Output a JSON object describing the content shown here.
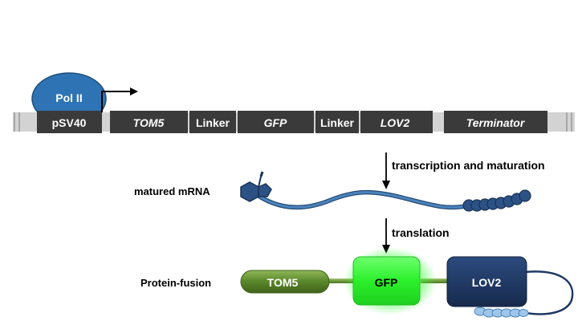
{
  "promoter": {
    "label": "Pol II"
  },
  "construct": {
    "segments": [
      {
        "label": "pSV40",
        "italic": false
      },
      {
        "label": "TOM5",
        "italic": true
      },
      {
        "label": "Linker",
        "italic": false
      },
      {
        "label": "GFP",
        "italic": true
      },
      {
        "label": "Linker",
        "italic": false
      },
      {
        "label": "LOV2",
        "italic": true
      },
      {
        "label": "Terminator",
        "italic": true
      }
    ]
  },
  "steps": {
    "transcription": "transcription and maturation",
    "translation": "translation"
  },
  "mrna": {
    "label": "matured mRNA"
  },
  "protein": {
    "label": "Protein-fusion",
    "domains": {
      "tom5": "TOM5",
      "gfp": "GFP",
      "lov2": "LOV2"
    }
  },
  "colors": {
    "segment_dark": "#3a3a3a",
    "dna_light": "#cfcfcf",
    "polii": "#2e74b5",
    "mrna": "#3a6ea0",
    "tom5": "#5e8a2e",
    "gfp": "#33ff33",
    "lov2": "#1f3864",
    "helix": "#9ec6ea"
  }
}
